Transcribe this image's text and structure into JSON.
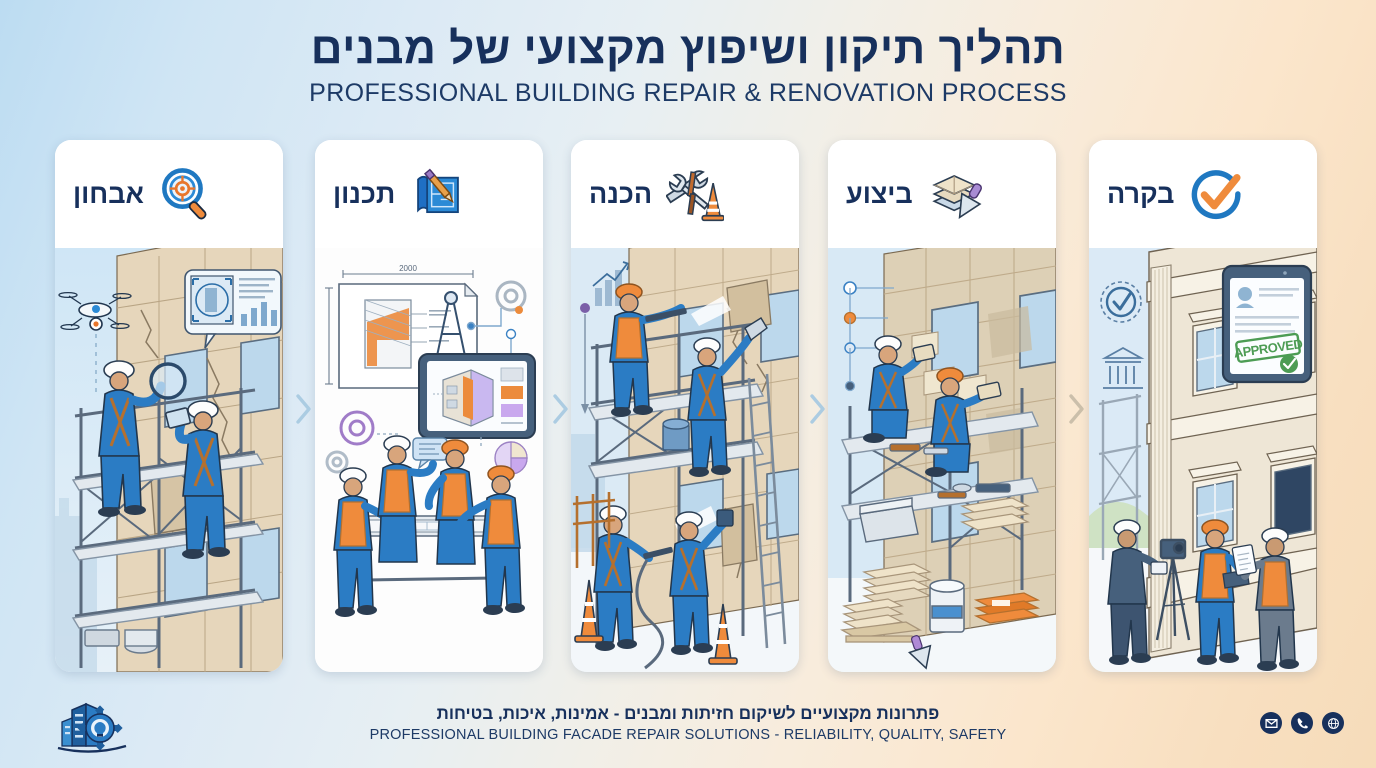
{
  "header": {
    "title_he": "תהליך תיקון ושיפוץ מקצועי של מבנים",
    "title_en": "PROFESSIONAL BUILDING REPAIR & RENOVATION PROCESS"
  },
  "colors": {
    "navy": "#17305c",
    "blue": "#2b7cc4",
    "orange": "#e8762c",
    "card_bg": "#ffffff",
    "bg_left": "#bcdcf2",
    "bg_right": "#f6dcba",
    "arrow": "#a9cbe2"
  },
  "steps": [
    {
      "index": 1,
      "title": "אבחון",
      "icon": "magnifier-target-icon",
      "scene": "inspection-scaffolding-drone",
      "callout_label": "",
      "elements": [
        "drone",
        "scaffolding",
        "two-workers",
        "magnifying-glass",
        "tablet",
        "cracked-facade",
        "analysis-popup"
      ]
    },
    {
      "index": 2,
      "title": "תכנון",
      "icon": "blueprint-pencil-icon",
      "scene": "planning-blueprint-team",
      "dimension_label": "2000",
      "elements": [
        "technical-drawing",
        "compass-divider",
        "tablet-3d-model",
        "gears",
        "pie-chart",
        "four-workers",
        "blueprint-table"
      ]
    },
    {
      "index": 3,
      "title": "הכנה",
      "icon": "tools-cone-icon",
      "scene": "surface-preparation-washing",
      "elements": [
        "pressure-washers",
        "scaffolding",
        "ladder",
        "traffic-cones",
        "bar-chart",
        "hose",
        "four-workers"
      ]
    },
    {
      "index": 4,
      "title": "ביצוע",
      "icon": "tiles-trowel-icon",
      "scene": "cladding-installation",
      "elements": [
        "stone-tiles",
        "scaffolding-shelves",
        "tool-box",
        "paint-bucket",
        "material-stacks",
        "two-workers",
        "trowel"
      ]
    },
    {
      "index": 5,
      "title": "בקרה",
      "icon": "check-circle-icon",
      "scene": "final-inspection-approval",
      "stamp_label": "APPROVED",
      "elements": [
        "restored-facade",
        "tablet-certificate",
        "quality-seal",
        "institution-icon",
        "tripod-camera",
        "clipboard",
        "three-inspectors"
      ]
    }
  ],
  "footer": {
    "text_he": "פתרונות מקצועיים לשיקום חזיתות ומבנים - אמינות, איכות, בטיחות",
    "text_en": "PROFESSIONAL BUILDING FACADE REPAIR SOLUTIONS - RELIABILITY, QUALITY, SAFETY",
    "logo": "building-gear-bulb-logo",
    "contacts": [
      {
        "icon": "envelope-icon",
        "glyph": "✉"
      },
      {
        "icon": "phone-icon",
        "glyph": "✆"
      },
      {
        "icon": "globe-icon",
        "glyph": "⊕"
      }
    ]
  }
}
